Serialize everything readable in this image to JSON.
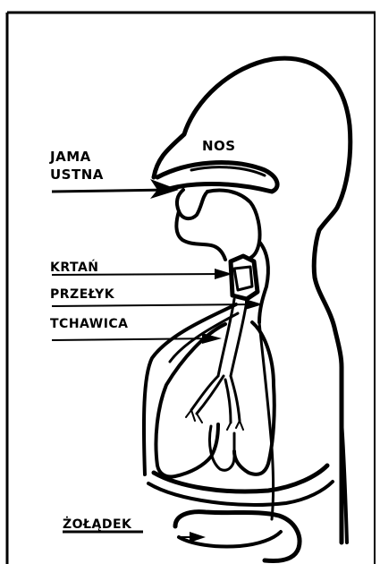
{
  "labels": {
    "nose": "NOS",
    "oral_cavity_line1": "JAMA",
    "oral_cavity_line2": "USTNA",
    "larynx": "KRTAŃ",
    "esophagus": "PRZEŁYK",
    "trachea": "TCHAWICA",
    "stomach": "ŻOŁĄDEK"
  },
  "colors": {
    "ink": "#000000",
    "background": "#ffffff"
  }
}
